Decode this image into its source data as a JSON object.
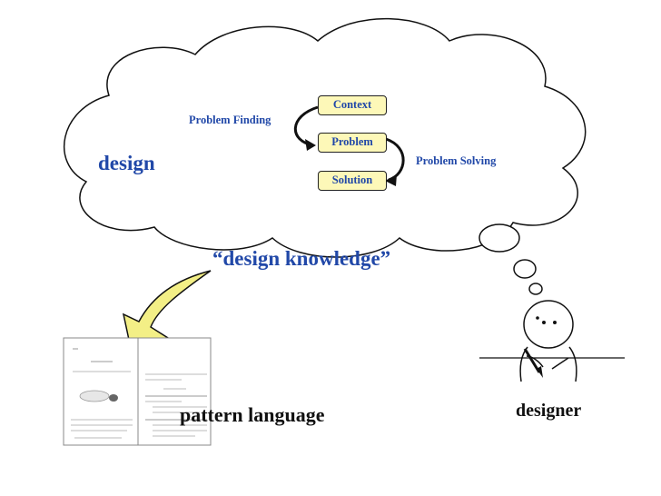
{
  "cloud": {
    "label": "design",
    "problem_finding": "Problem Finding",
    "problem_solving": "Problem Solving",
    "boxes": [
      "Context",
      "Problem",
      "Solution"
    ]
  },
  "knowledge_label": "“design knowledge”",
  "pattern_language_label": "pattern language",
  "designer_label": "designer",
  "colors": {
    "accent_blue": "#2148a8",
    "box_fill": "#fdf8b8",
    "arrow_fill": "#f3ef86"
  }
}
